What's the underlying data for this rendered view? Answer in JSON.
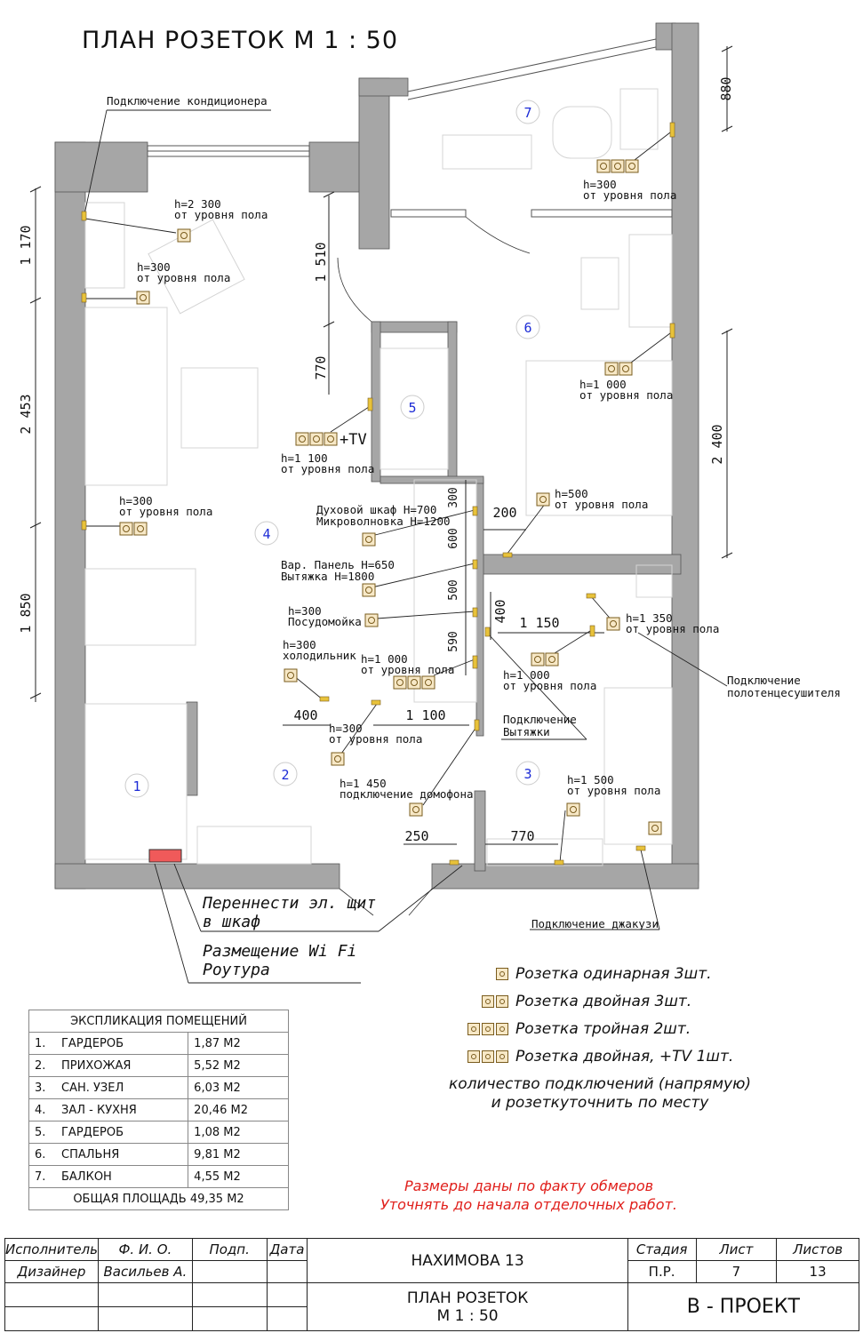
{
  "title": "ПЛАН РОЗЕТОК М 1 : 50",
  "rooms": [
    {
      "num": "1"
    },
    {
      "num": "2"
    },
    {
      "num": "3"
    },
    {
      "num": "4"
    },
    {
      "num": "5"
    },
    {
      "num": "6"
    },
    {
      "num": "7"
    }
  ],
  "dimensions": {
    "d880": "880",
    "d1170": "1 170",
    "d2453": "2 453",
    "d1850": "1 850",
    "d1510": "1 510",
    "d770v": "770",
    "d2400": "2 400",
    "d300": "300",
    "d600": "600",
    "d500": "500",
    "d590": "590",
    "d200": "200",
    "d400v": "400",
    "d1150": "1 150",
    "d400h": "400",
    "d1100": "1 100",
    "d250": "250",
    "d770h": "770"
  },
  "callouts": {
    "ac": "Подключение кондиционера",
    "h2300": "h=2 300",
    "floor_level": "от уровня пола",
    "h300": "h=300",
    "h1100": "h=1 100",
    "h1000": "h=1 000",
    "h500": "h=500",
    "h1350": "h=1 350",
    "h1450": "h=1 450",
    "h1500": "h=1 500",
    "tv": "+TV",
    "oven": "Духовой шкаф H=700",
    "micro": "Микроволновка H=1200",
    "hob": "Вар. Панель H=650",
    "hood": "Вытяжка H=1800",
    "dishwasher": "Посудомойка",
    "fridge": "холодильник",
    "intercom": "подключение домофона",
    "towel1": "Подключение",
    "towel2": "полотенцесушителя",
    "hoodconn1": "Подключение",
    "hoodconn2": "Вытяжки",
    "jacuzzi": "Подключение джакузи",
    "panel1": "Переннести эл. щит",
    "panel2": "в шкаф",
    "wifi1": "Размещение Wi Fi",
    "wifi2": "Роутура"
  },
  "legend": [
    {
      "count": 1,
      "label": "Розетка одинарная 3шт."
    },
    {
      "count": 2,
      "label": "Розетка двойная 3шт."
    },
    {
      "count": 3,
      "label": "Розетка тройная 2шт."
    },
    {
      "count": 3,
      "label": "Розетка двойная, +TV 1шт."
    }
  ],
  "legend_note": [
    "количество подключений (напрямую)",
    "и розеткуточнить по месту"
  ],
  "red_note": [
    "Размеры даны по факту обмеров",
    "Уточнять до начала отделочных работ."
  ],
  "explication": {
    "header": "ЭКСПЛИКАЦИЯ ПОМЕЩЕНИЙ",
    "rows": [
      {
        "n": "1.",
        "name": "ГАРДЕРОБ",
        "area": "1,87 М2"
      },
      {
        "n": "2.",
        "name": "ПРИХОЖАЯ",
        "area": "5,52 М2"
      },
      {
        "n": "3.",
        "name": "САН. УЗЕЛ",
        "area": "6,03 М2"
      },
      {
        "n": "4.",
        "name": "ЗАЛ - КУХНЯ",
        "area": "20,46 М2"
      },
      {
        "n": "5.",
        "name": "ГАРДЕРОБ",
        "area": "1,08 М2"
      },
      {
        "n": "6.",
        "name": "СПАЛЬНЯ",
        "area": "9,81 М2"
      },
      {
        "n": "7.",
        "name": "БАЛКОН",
        "area": "4,55 М2"
      }
    ],
    "total": "ОБЩАЯ ПЛОЩАДЬ 49,35 М2"
  },
  "stamp": {
    "executor_label": "Исполнитель",
    "fio_label": "Ф. И. О.",
    "sign_label": "Подп.",
    "date_label": "Дата",
    "designer_label": "Дизайнер",
    "designer_name": "Васильев А.",
    "project": "НАХИМОВА 13",
    "sheet_title1": "ПЛАН РОЗЕТОК",
    "sheet_title2": "М 1 : 50",
    "stage_label": "Стадия",
    "sheet_label": "Лист",
    "sheets_label": "Листов",
    "stage": "П.Р.",
    "sheet": "7",
    "sheets": "13",
    "company": "В - ПРОЕКТ"
  },
  "colors": {
    "wall": "#a6a6a6",
    "socket_fill": "#f7e8c6",
    "socket_stroke": "#7a5c1e",
    "panel": "#f05a5a",
    "red_text": "#e0201c"
  }
}
